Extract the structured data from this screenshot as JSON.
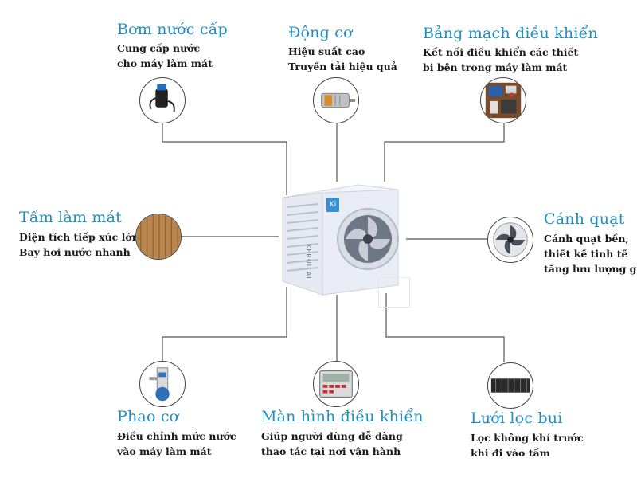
{
  "components": {
    "pump": {
      "title": "Bơm nước cấp",
      "desc": [
        "Cung cấp nước",
        "cho máy làm mát"
      ],
      "icon": "water-pump-icon"
    },
    "motor": {
      "title": "Động cơ",
      "desc": [
        "Hiệu suất cao",
        "Truyền tải hiệu quả"
      ],
      "icon": "motor-icon"
    },
    "board": {
      "title": "Bảng mạch điều khiển",
      "desc": [
        "Kết nối điều khiển các thiết",
        "bị bên trong máy làm mát"
      ],
      "icon": "circuit-board-icon"
    },
    "pad": {
      "title": "Tấm làm mát",
      "desc": [
        "Diện tích tiếp xúc lớn",
        "Bay hơi nước nhanh"
      ],
      "icon": "cooling-pad-icon"
    },
    "fan": {
      "title": "Cánh quạt",
      "desc": [
        "Cánh quạt bền,",
        "thiết kế tinh tế",
        "tăng lưu lượng gió"
      ],
      "icon": "fan-blade-icon"
    },
    "float": {
      "title": "Phao cơ",
      "desc": [
        "Điều chỉnh mức nước",
        "vào máy làm mát"
      ],
      "icon": "float-valve-icon"
    },
    "screen": {
      "title": "Màn hình điều khiển",
      "desc": [
        "Giúp người dùng dễ dàng",
        "thao tác tại nơi vận hành"
      ],
      "icon": "control-panel-icon"
    },
    "filter": {
      "title": "Lưới lọc bụi",
      "desc": [
        "Lọc không khí trước",
        "khi đi vào tấm"
      ],
      "icon": "dust-filter-icon"
    }
  },
  "machine": {
    "brand": "KERUILAI",
    "logo": "Ki"
  },
  "colors": {
    "title": "#1f8fc3",
    "text": "#1a1a1a",
    "line": "#555555",
    "machine_body": "#e4e8f2",
    "logo_bg": "#3a8fd0"
  }
}
